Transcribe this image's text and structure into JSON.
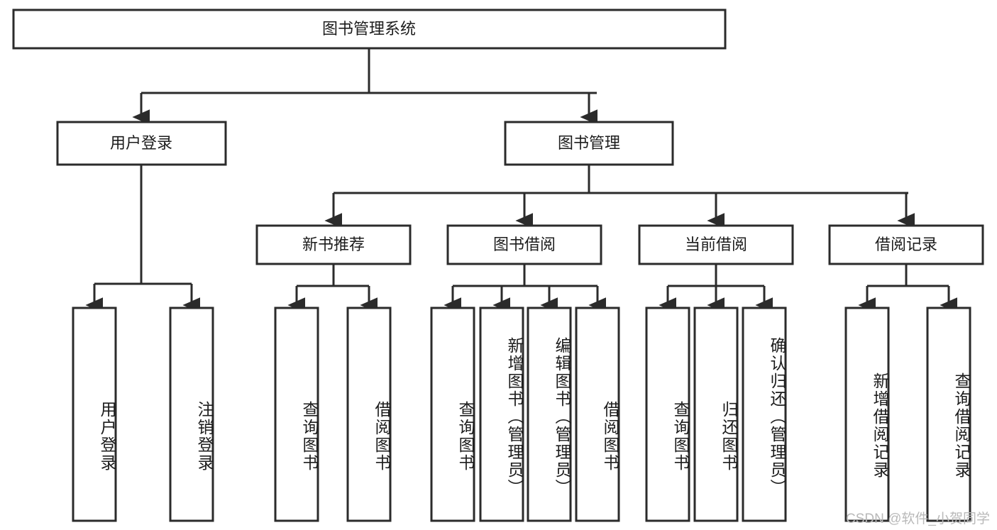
{
  "diagram": {
    "type": "tree",
    "title_node": {
      "id": "root",
      "label": "图书管理系统"
    },
    "level2": [
      {
        "id": "user-login",
        "label": "用户登录"
      },
      {
        "id": "book-manage",
        "label": "图书管理"
      }
    ],
    "level3": [
      {
        "id": "new-book-rec",
        "label": "新书推荐",
        "parent": "book-manage"
      },
      {
        "id": "book-borrow",
        "label": "图书借阅",
        "parent": "book-manage"
      },
      {
        "id": "current-borrow",
        "label": "当前借阅",
        "parent": "book-manage"
      },
      {
        "id": "borrow-record",
        "label": "借阅记录",
        "parent": "book-manage"
      }
    ],
    "leaves": [
      {
        "id": "leaf-user-login",
        "label": "用户登录",
        "parent": "user-login"
      },
      {
        "id": "leaf-logout",
        "label": "注销登录",
        "parent": "user-login"
      },
      {
        "id": "leaf-query-book-1",
        "label": "查询图书",
        "parent": "new-book-rec"
      },
      {
        "id": "leaf-borrow-book-1",
        "label": "借阅图书",
        "parent": "new-book-rec"
      },
      {
        "id": "leaf-query-book-2",
        "label": "查询图书",
        "parent": "book-borrow"
      },
      {
        "id": "leaf-add-book",
        "label": "新增图书（管理员）",
        "parent": "book-borrow"
      },
      {
        "id": "leaf-edit-book",
        "label": "编辑图书（管理员）",
        "parent": "book-borrow"
      },
      {
        "id": "leaf-borrow-book-2",
        "label": "借阅图书",
        "parent": "book-borrow"
      },
      {
        "id": "leaf-query-book-3",
        "label": "查询图书",
        "parent": "current-borrow"
      },
      {
        "id": "leaf-return-book",
        "label": "归还图书",
        "parent": "current-borrow"
      },
      {
        "id": "leaf-confirm-return",
        "label": "确认归还（管理员）",
        "parent": "current-borrow"
      },
      {
        "id": "leaf-add-record",
        "label": "新增借阅记录",
        "parent": "borrow-record"
      },
      {
        "id": "leaf-query-record",
        "label": "查询借阅记录",
        "parent": "borrow-record"
      }
    ],
    "colors": {
      "stroke": "#2b2b2b",
      "fill": "#ffffff",
      "text": "#1c1c1c",
      "watermark": "#b9b9b9"
    }
  },
  "watermark": {
    "text": "CSDN @软件_小贺同学"
  }
}
